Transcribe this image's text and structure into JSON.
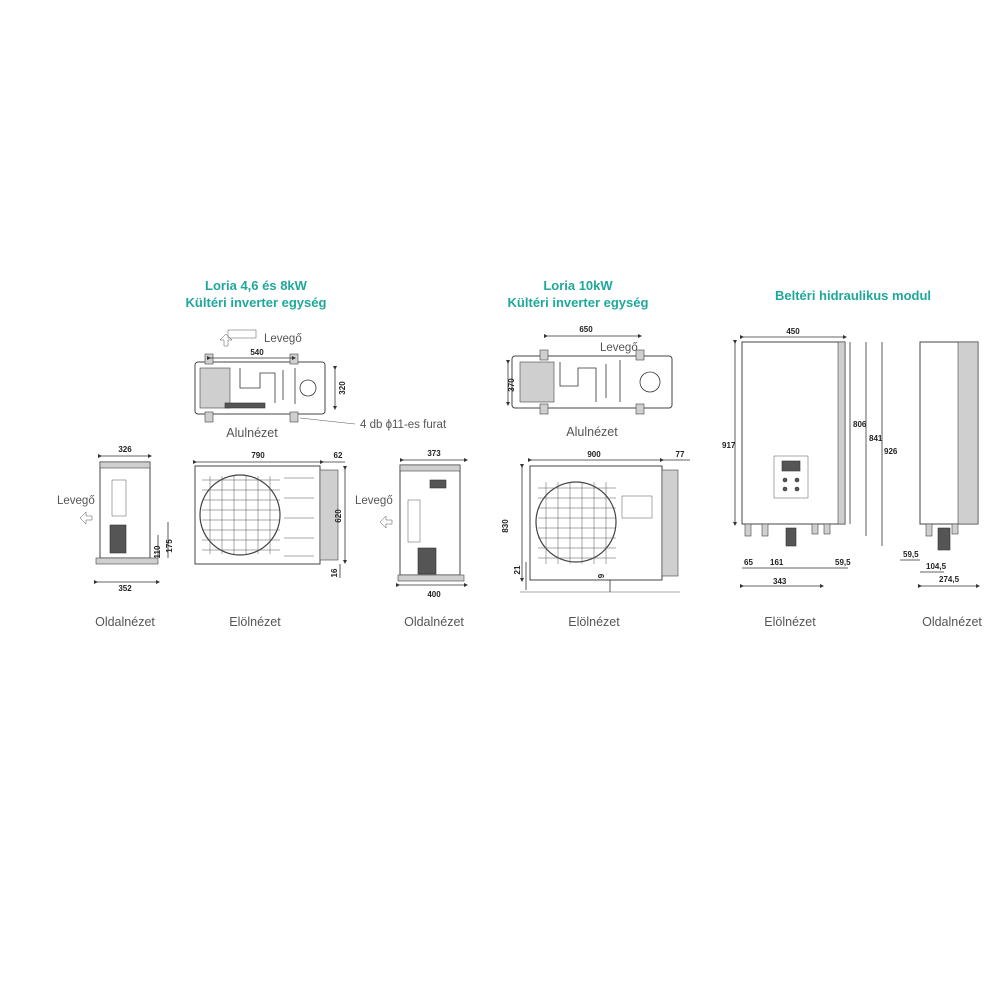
{
  "titles": {
    "loria_4_6_8_line1": "Loria 4,6 és 8kW",
    "loria_4_6_8_line2": "Kültéri inverter egység",
    "loria_10_line1": "Loria 10kW",
    "loria_10_line2": "Kültéri inverter egység",
    "indoor": "Beltéri hidraulikus modul"
  },
  "captions": {
    "bottom_view": "Alulnézet",
    "side_view": "Oldalnézet",
    "front_view": "Elölnézet"
  },
  "labels": {
    "air": "Levegő",
    "holes": "4 db ϕ11-es furat"
  },
  "dims": {
    "u1_bottom_width": "540",
    "u1_bottom_depth": "320",
    "u1_side_top": "326",
    "u1_side_bottom": "352",
    "u1_side_h1": "110",
    "u1_side_h2": "175",
    "u1_front_width": "790",
    "u1_front_offset": "62",
    "u1_front_height": "620",
    "u1_front_foot": "16",
    "u2_side_top": "373",
    "u2_side_bottom": "400",
    "u3_bottom_width": "650",
    "u3_bottom_depth": "370",
    "u3_front_width": "900",
    "u3_front_offset": "77",
    "u3_front_height": "830",
    "u3_front_foot1": "21",
    "u3_front_foot2": "9",
    "in_width": "450",
    "in_h_total": "917",
    "in_h1": "806",
    "in_h2": "841",
    "in_h3": "926",
    "in_b1": "65",
    "in_b2": "161",
    "in_b3": "59,5",
    "in_b4": "343",
    "in_s1": "59,5",
    "in_s2": "104,5",
    "in_s3": "274,5"
  }
}
